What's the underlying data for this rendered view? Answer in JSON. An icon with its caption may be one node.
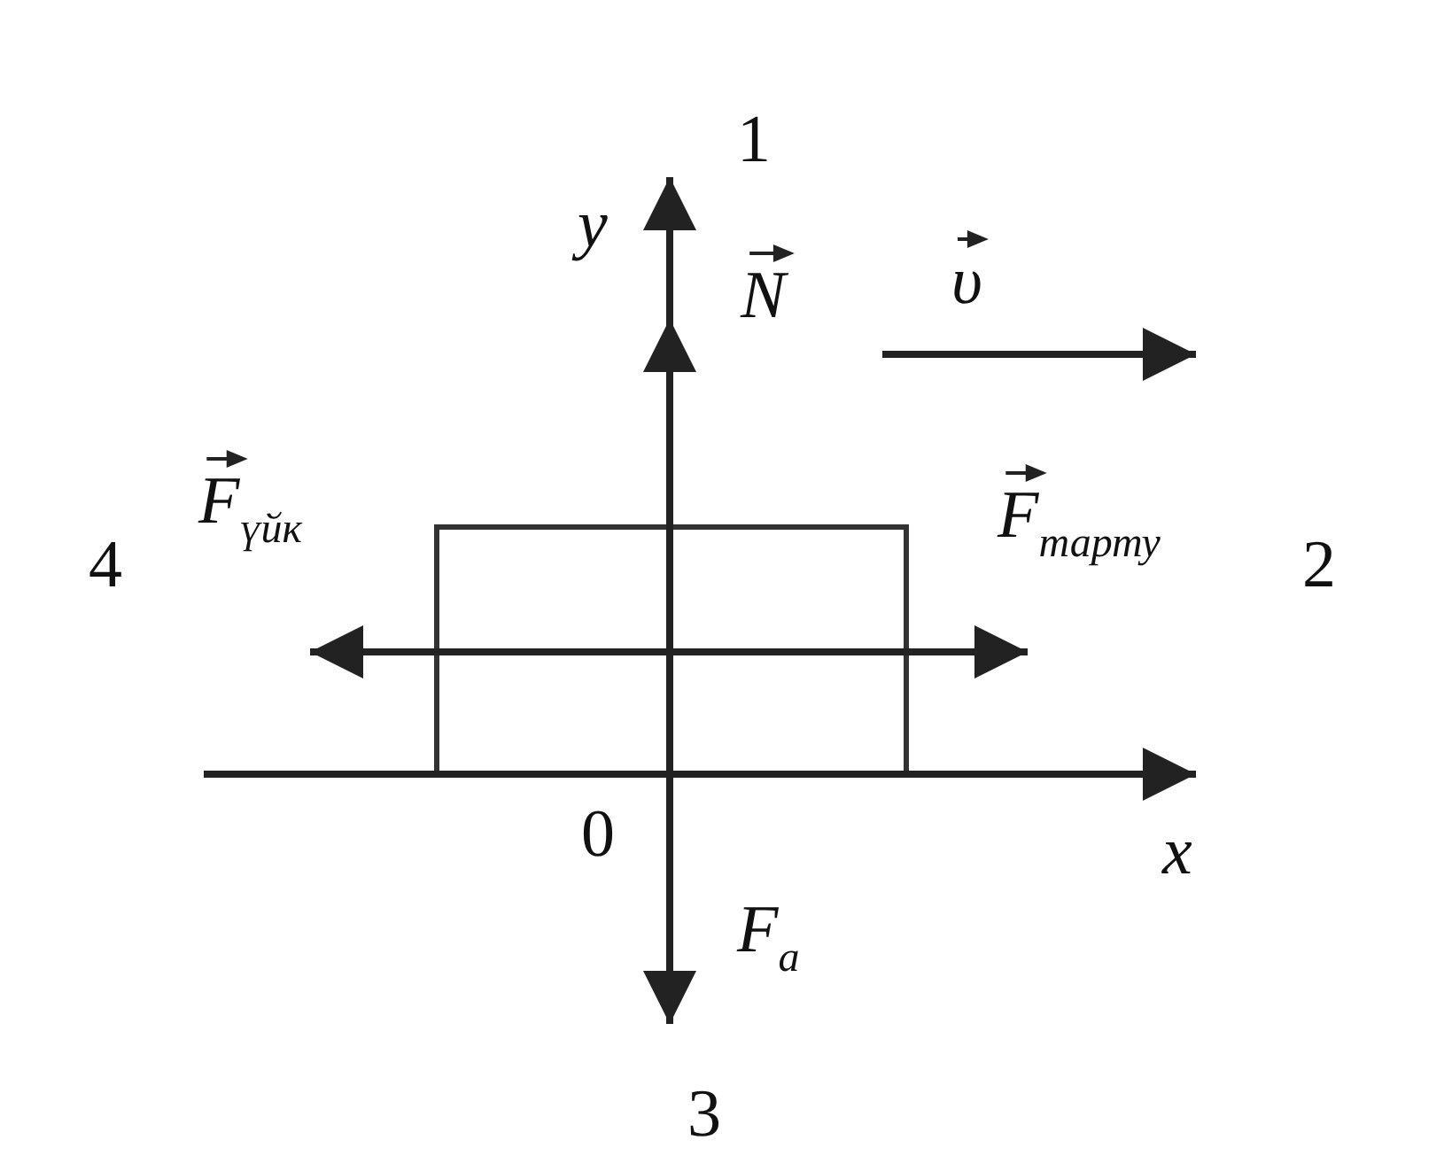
{
  "diagram": {
    "nodes": [
      {
        "text": [],
        "shape": "box"
      }
    ],
    "labels": [
      "1",
      "y",
      "N",
      "υ",
      "F$_{үйк}$",
      "4",
      "F$_{тарту}$",
      "2",
      "0",
      "x",
      "F$_{a}$",
      "3"
    ]
  }
}
